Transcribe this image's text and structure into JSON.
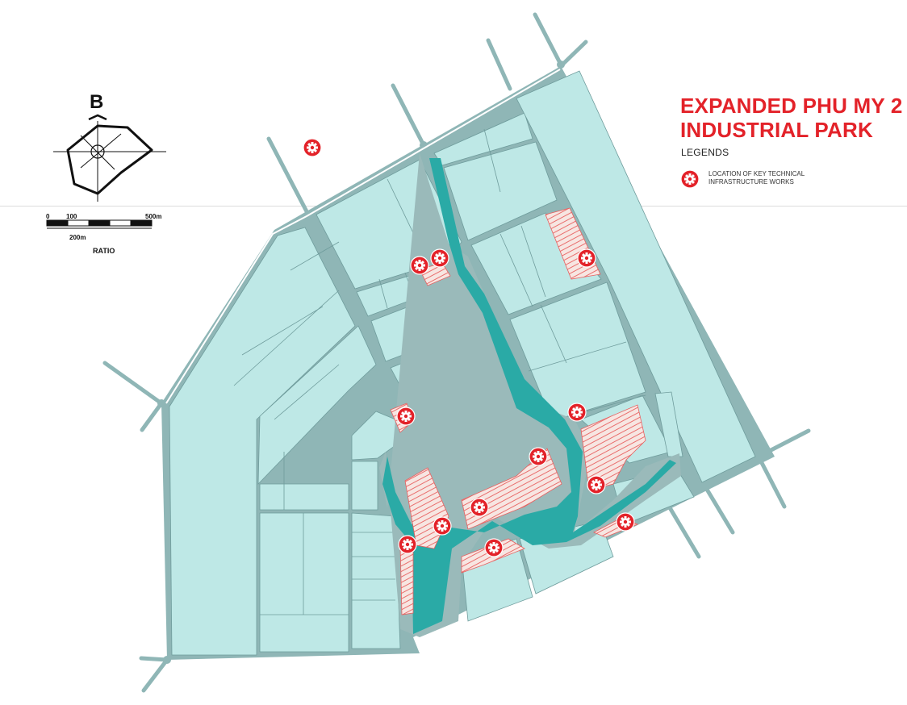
{
  "title": {
    "line1": "EXPANDED PHU MY 2",
    "line2": "INDUSTRIAL PARK"
  },
  "legend": {
    "heading": "LEGENDS",
    "items": [
      {
        "icon": "gear-marker-icon",
        "label": "LOCATION OF KEY TECHNICAL INFRASTRUCTURE WORKS"
      }
    ]
  },
  "compass": {
    "label": "B"
  },
  "scale_bar": {
    "labels": [
      "0",
      "100",
      "500m",
      "200m"
    ],
    "caption": "RATIO"
  },
  "colors": {
    "land": "#bee8e6",
    "road": "#8fb6b6",
    "canal": "#2aaaa6",
    "canal_bank": "#9ababa",
    "hatch": "#e86060",
    "marker": "#e32229",
    "title": "#e32229"
  },
  "markers_count_shown": 14
}
